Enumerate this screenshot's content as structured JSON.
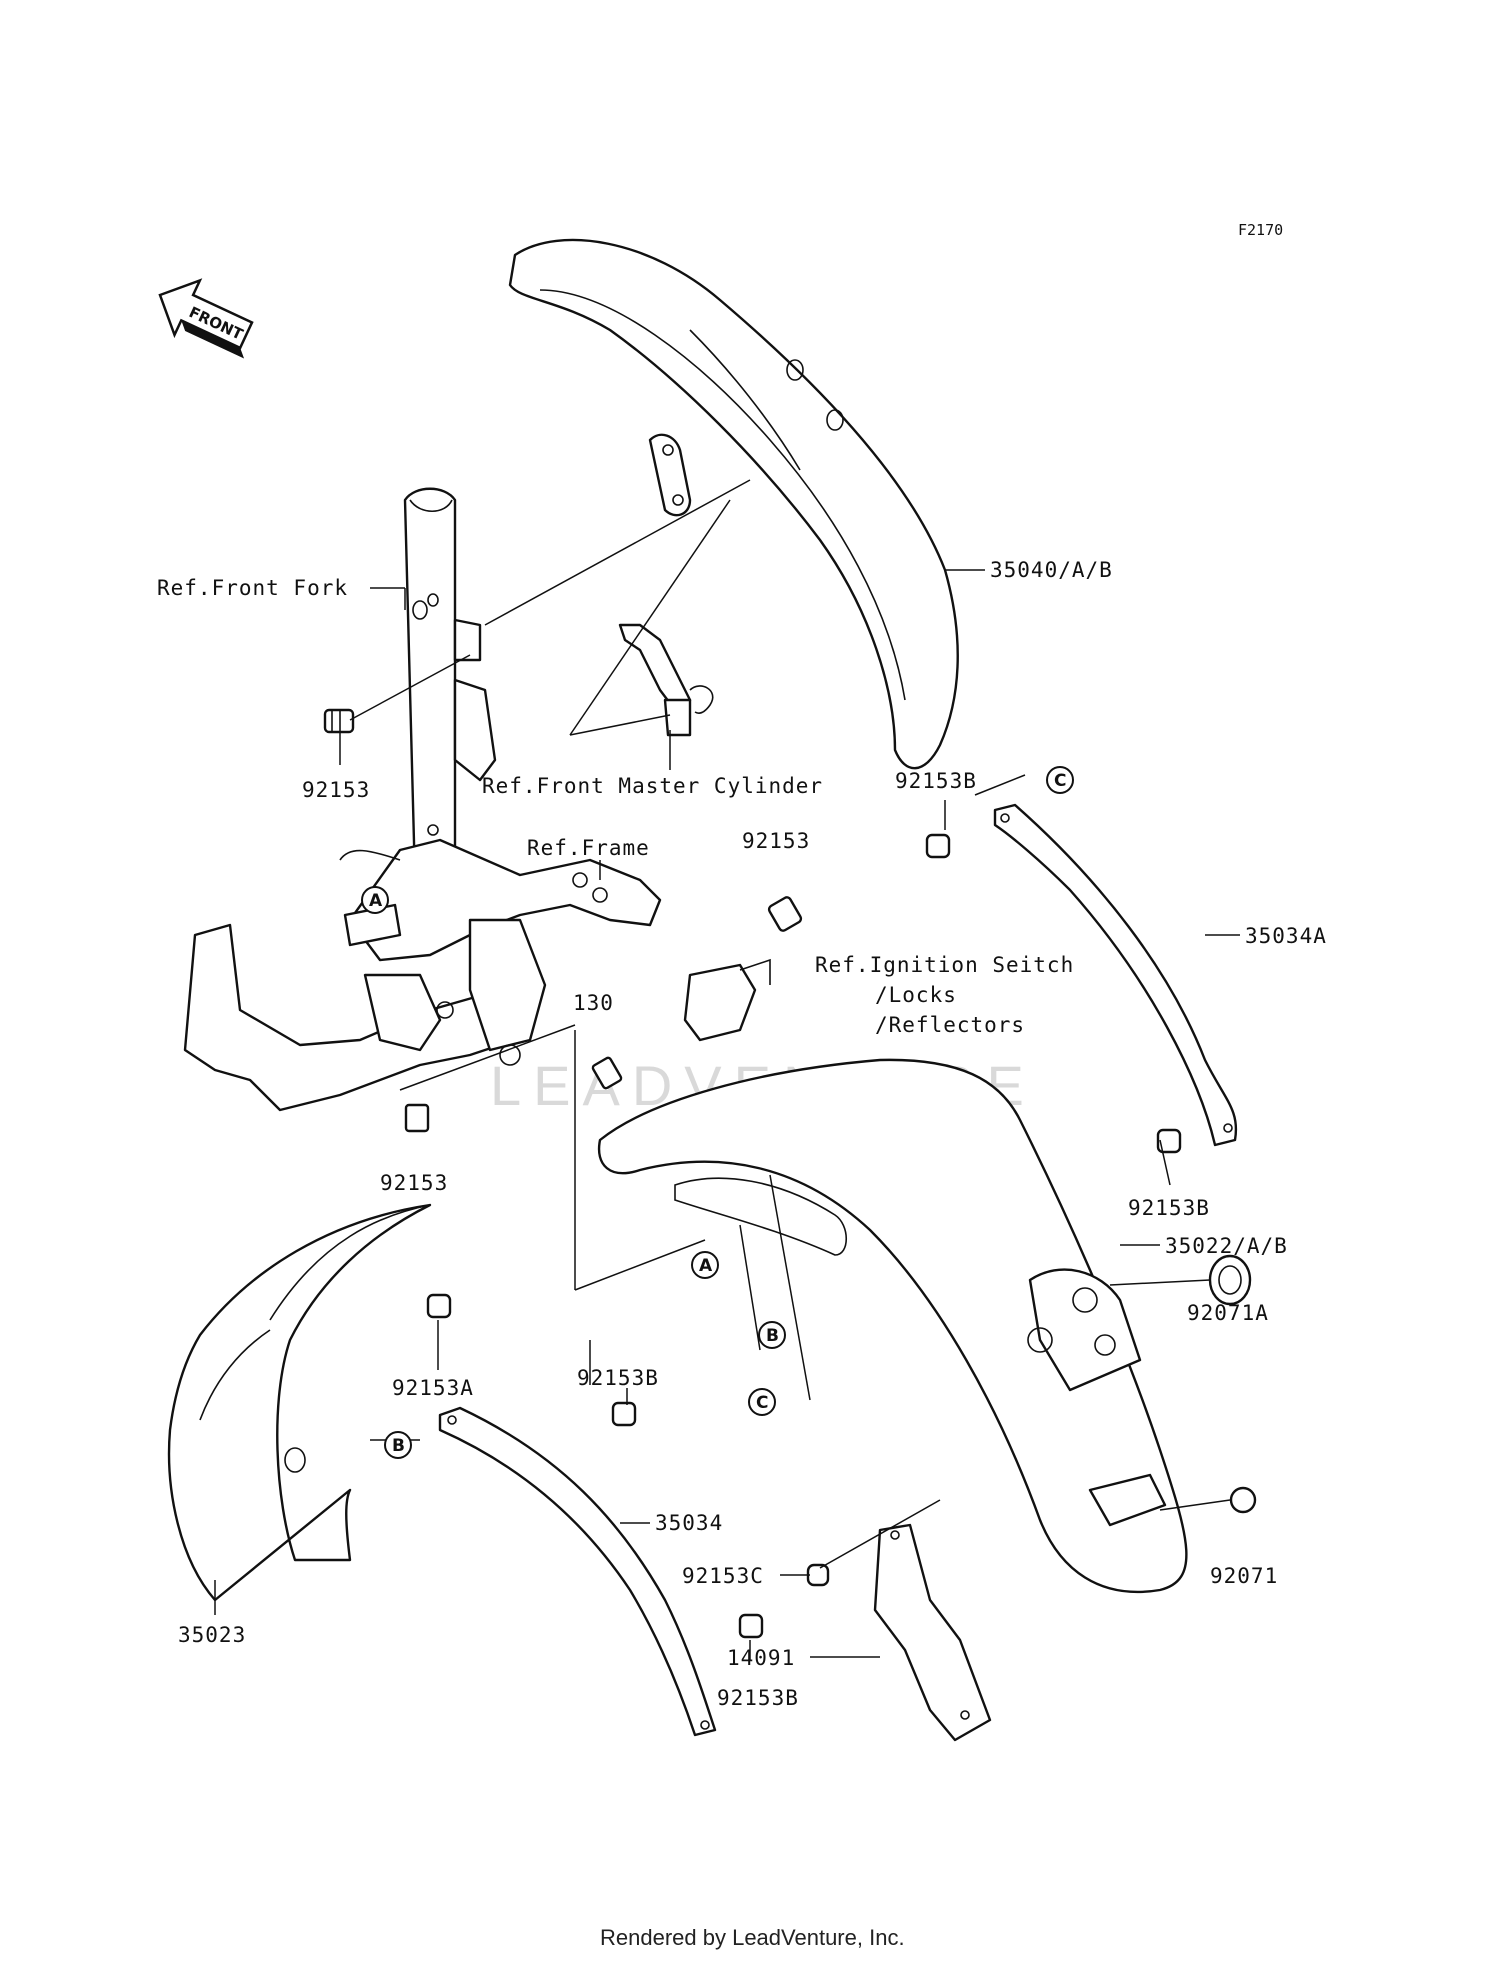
{
  "diagram": {
    "code": "F2170",
    "front_label": "FRONT",
    "watermark": "LEADVENTURE",
    "footer": "Rendered by LeadVenture, Inc.",
    "labels": {
      "p35040": "35040/A/B",
      "ref_front_fork": "Ref.Front Fork",
      "p92153_a": "92153",
      "ref_master_cyl": "Ref.Front Master Cylinder",
      "p92153B_a": "92153B",
      "ref_frame": "Ref.Frame",
      "p92153_b": "92153",
      "p35034A": "35034A",
      "ref_ignition_1": "Ref.Ignition Seitch",
      "ref_ignition_2": "/Locks",
      "ref_ignition_3": "/Reflectors",
      "p130": "130",
      "p92153_c": "92153",
      "p92153B_b": "92153B",
      "p35022": "35022/A/B",
      "p92071A": "92071A",
      "p92153A": "92153A",
      "p92153B_c": "92153B",
      "p35034": "35034",
      "p92153C": "92153C",
      "p92071": "92071",
      "p35023": "35023",
      "p14091": "14091",
      "p92153B_d": "92153B"
    },
    "callouts": {
      "a1": "A",
      "a2": "A",
      "b1": "B",
      "b2": "B",
      "c1": "C",
      "c2": "C"
    }
  }
}
